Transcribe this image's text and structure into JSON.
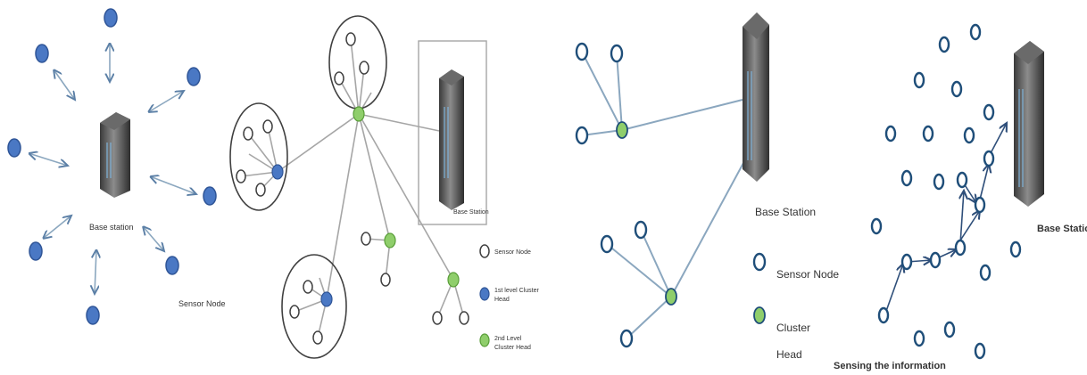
{
  "colors": {
    "node_blue": "#4a78c4",
    "node_blue_stroke": "#2f5597",
    "node_green": "#8fce6b",
    "node_green_stroke": "#5a9e3a",
    "sensor_stroke": "#1f4e79",
    "link": "#a6a6a6",
    "link_blue": "#8ba7bf",
    "arrow": "#5b7fa6",
    "server_dark": "#4d4d4d",
    "server_light": "#9a9a9a"
  },
  "panel1": {
    "base_station_label": "Base station",
    "sensor_node_label": "Sensor Node"
  },
  "panel2": {
    "base_station_label": "Base Station",
    "legend": {
      "sensor_node": "Sensor Node",
      "first_level_line1": "1st level Cluster",
      "first_level_line2": "Head",
      "second_level_line1": "2nd Level",
      "second_level_line2": "Cluster Head"
    }
  },
  "panel3": {
    "base_station_label": "Base Station",
    "legend": {
      "sensor_node": "Sensor Node",
      "cluster_head_line1": "Cluster",
      "cluster_head_line2": "Head"
    }
  },
  "panel4": {
    "base_station_label": "Base Station",
    "sensing_label": "Sensing the information"
  }
}
